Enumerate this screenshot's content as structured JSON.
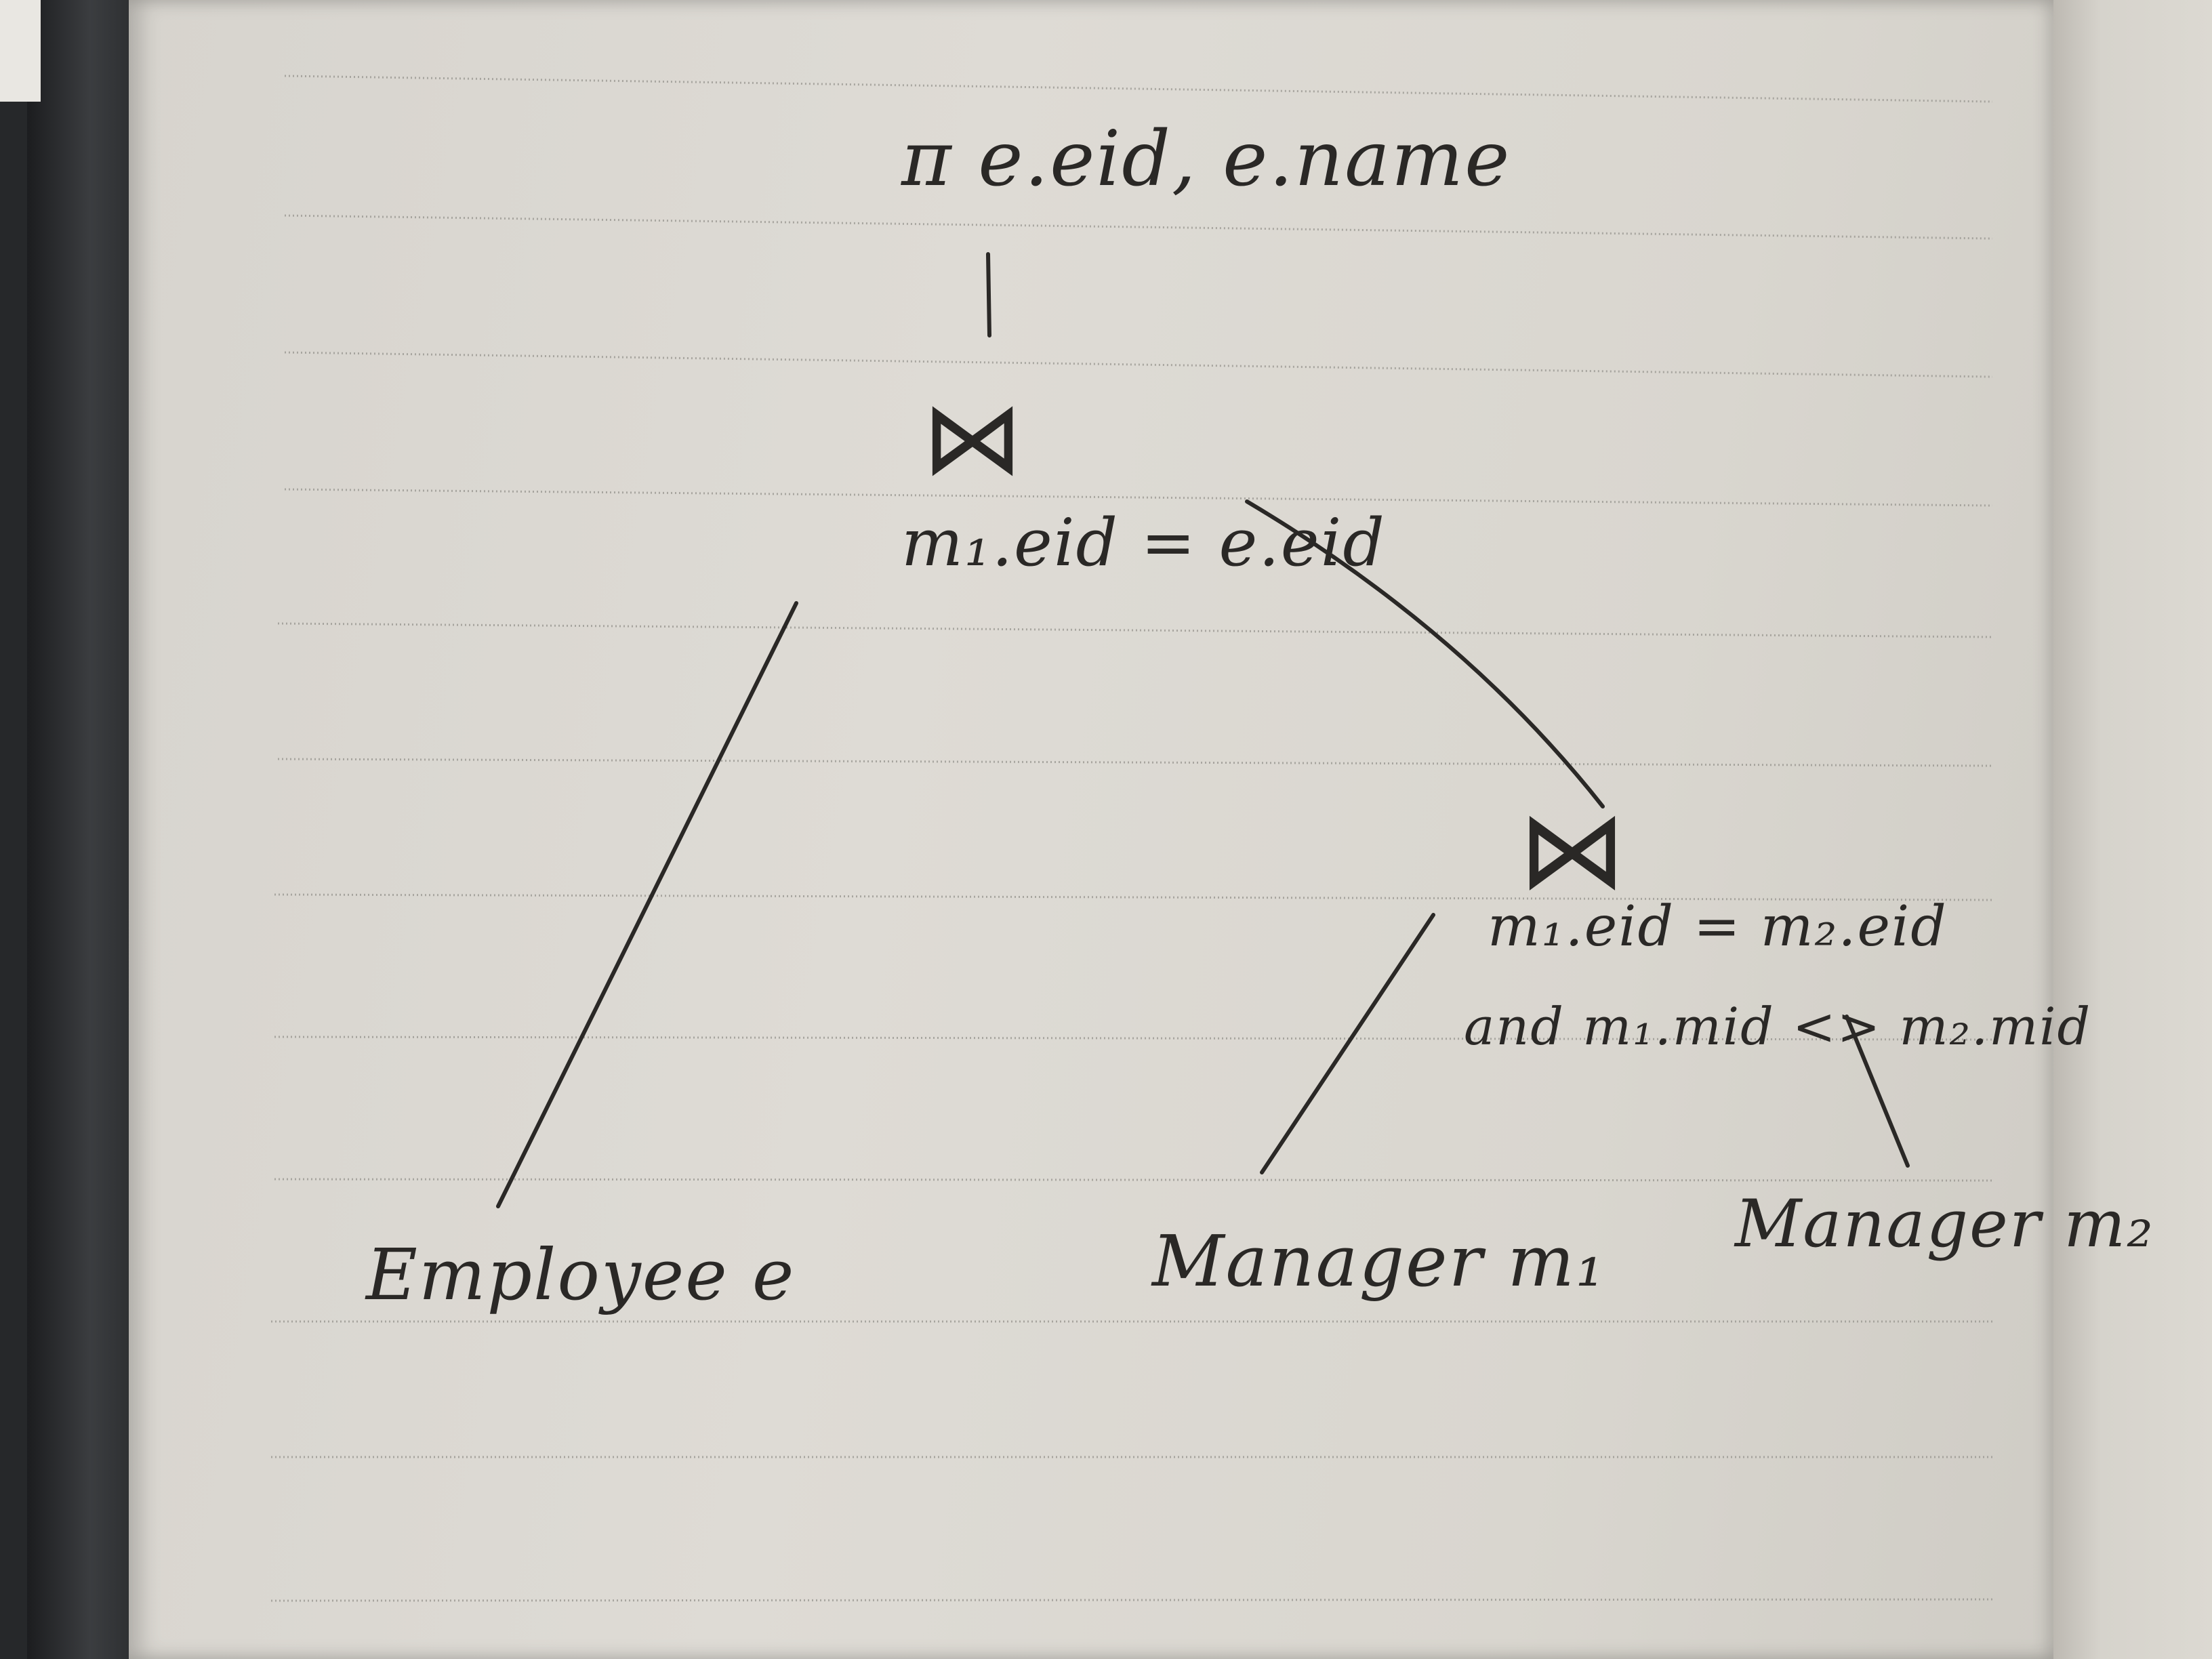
{
  "diagram": {
    "root_projection": "π e.eid, e.name",
    "outer_join_symbol": "⋈",
    "outer_join_condition": "m₁.eid = e.eid",
    "inner_join_symbol": "⋈",
    "inner_join_condition_1": "m₁.eid = m₂.eid",
    "inner_join_condition_2": "and m₁.mid <> m₂.mid",
    "leaf_employee": "Employee e",
    "leaf_manager_1": "Manager m₁",
    "leaf_manager_2": "Manager m₂"
  },
  "colors": {
    "ink": "#2a2826",
    "paper": "#dcd9d3",
    "rule_lines": "#9a9892"
  }
}
